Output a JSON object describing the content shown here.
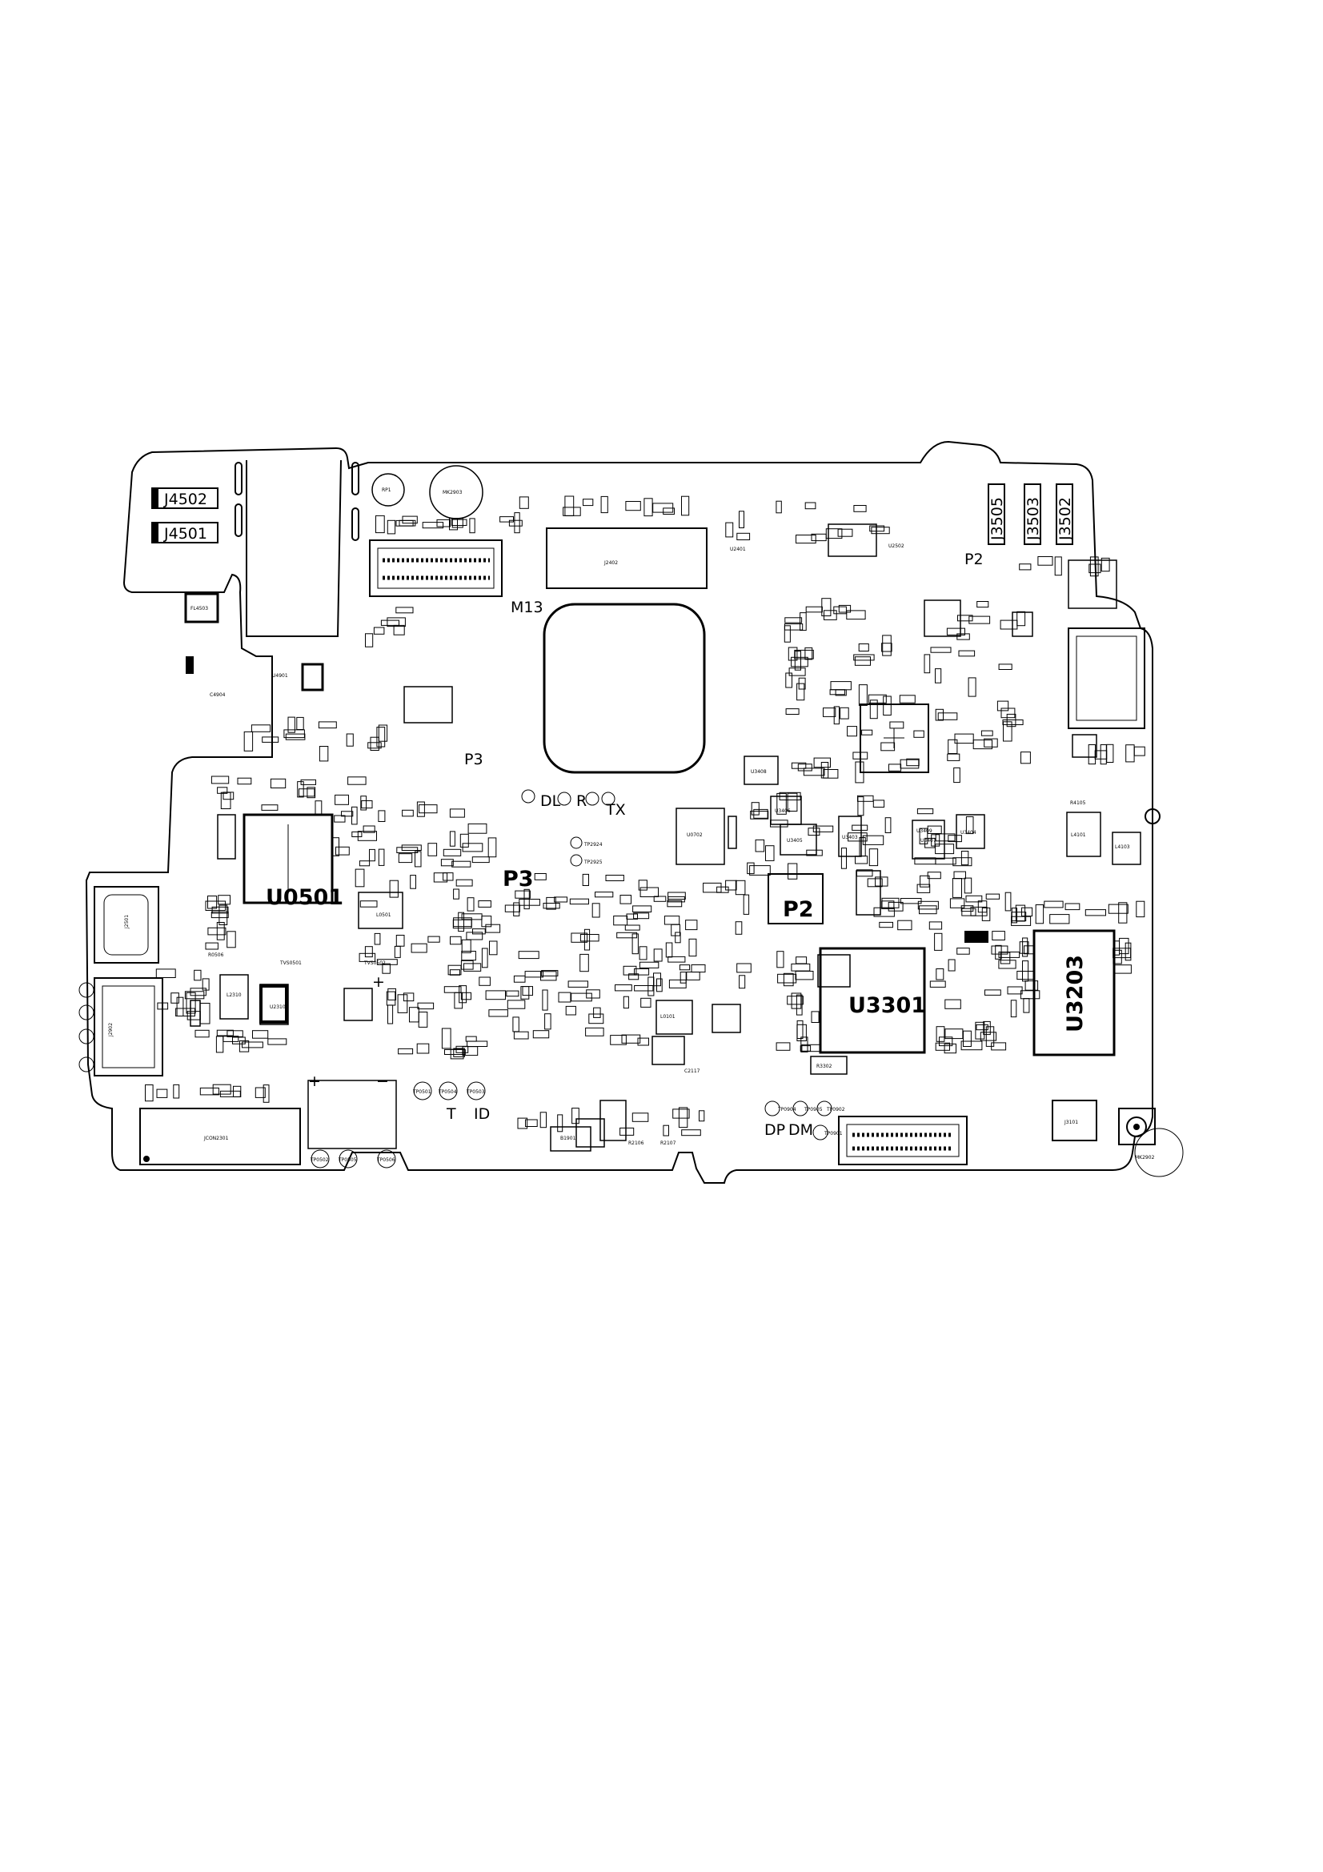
{
  "diagram": {
    "major_ics": {
      "u0501": "U0501",
      "u3301": "U3301",
      "u3203": "U3203"
    },
    "connectors": {
      "j4502": "J4502",
      "j4501": "J4501",
      "j3505": "J3505",
      "j3503": "J3503",
      "j3502": "J3502",
      "jcon2301": "JCON2301",
      "j2402": "J2402",
      "j2501": "J2501",
      "j2902": "J2902",
      "j3101": "J3101"
    },
    "markers": {
      "m13": "M13",
      "p2_top": "P2",
      "p2_mid": "P2",
      "p3_small": "P3",
      "p3_big": "P3",
      "dl": "DL",
      "r": "R",
      "tx": "TX",
      "t": "T",
      "id": "ID",
      "dp": "DP",
      "dm": "DM",
      "plus_left": "+",
      "minus_left": "−",
      "plus_mid": "+"
    },
    "misc": {
      "mk2903": "MK2903",
      "mk2902": "MK2902",
      "rp1": "RP1",
      "fl4503": "FL4503",
      "u4901": "U4901",
      "c4904": "C4904",
      "l0501": "L0501",
      "r0506": "R0506",
      "u2310": "U2310",
      "l2310": "L2310",
      "tvs0501": "TVS0501",
      "tvs0502": "TVS0502",
      "u2401": "U2401",
      "u2502": "U2502",
      "u0702": "U0702",
      "b1901": "B1901",
      "r3302": "R3302",
      "u3408": "U3408",
      "u3406": "U3406",
      "u3405": "U3405",
      "u3403": "U3403",
      "u3407": "U3407",
      "u3409": "U3409",
      "u3404": "U3404",
      "l4101": "L4101",
      "tp2924": "TP2924",
      "tp2925": "TP2925",
      "tp0501": "TP0501",
      "tp0504": "TP0504",
      "tp0503": "TP0503",
      "tp0502": "TP0502",
      "tp0505": "TP0505",
      "tp0506": "TP0506",
      "tp0904": "TP0904",
      "tp0905": "TP0905",
      "tp0902": "TP0902",
      "tp0901": "TP0901",
      "l0101": "L0101",
      "c2117": "C2117",
      "r2106": "R2106",
      "r2107": "R2107",
      "r4105": "R4105",
      "l4103": "L4103"
    }
  }
}
